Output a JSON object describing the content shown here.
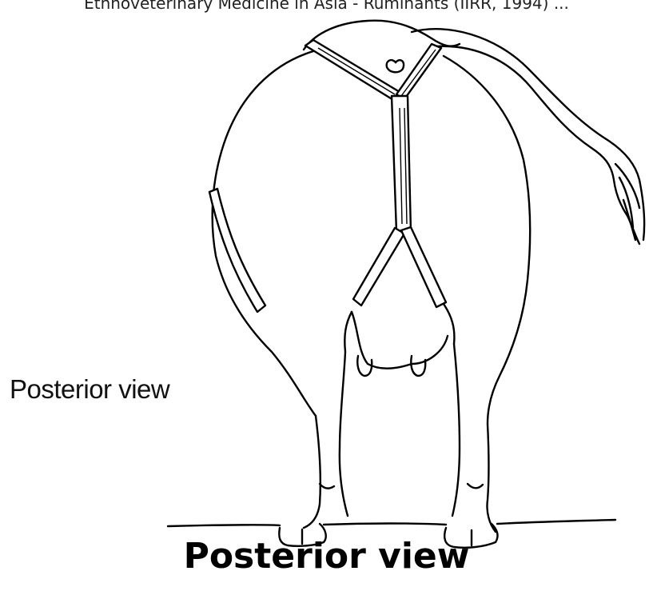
{
  "header": {
    "running_title": "Ethnoveterinary Medicine in Asia - Ruminants (IIRR, 1994) ..."
  },
  "figure": {
    "subject": "cow-posterior-illustration",
    "inline_label": "Posterior view"
  },
  "caption": {
    "text": "Posterior view"
  }
}
